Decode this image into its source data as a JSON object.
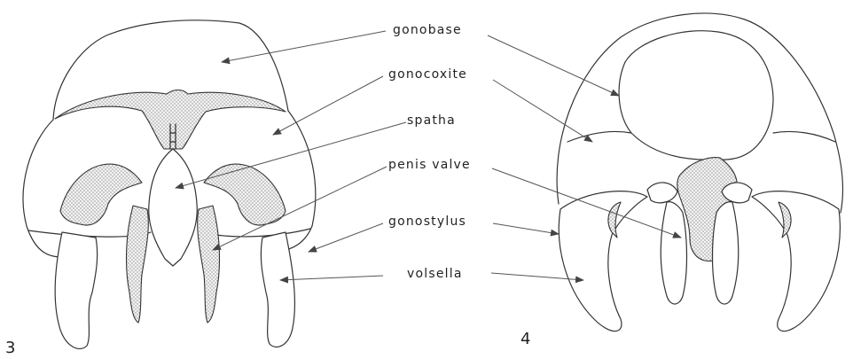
{
  "figures": [
    {
      "number": "3"
    },
    {
      "number": "4"
    }
  ],
  "labels": {
    "gonobase": "gonobase",
    "gonocoxite": "gonocoxite",
    "spatha": "spatha",
    "penis_valve": "penis valve",
    "gonostylus": "gonostylus",
    "volsella": "volsella"
  },
  "colors": {
    "line": "#333333",
    "stipple": "#8a8a8a",
    "background": "#ffffff"
  }
}
